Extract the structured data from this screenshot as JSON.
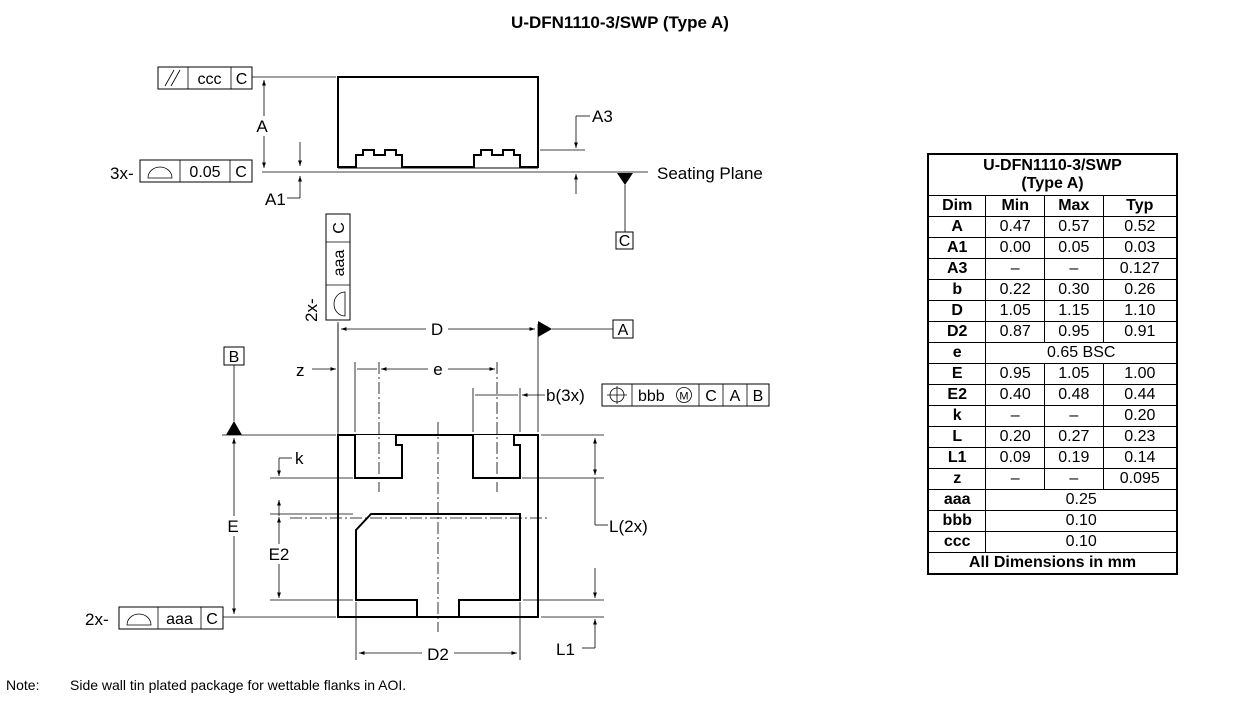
{
  "title": "U-DFN1110-3/SWP (Type A)",
  "labels": {
    "seating_plane": "Seating Plane",
    "A": "A",
    "A1": "A1",
    "A3": "A3",
    "D": "D",
    "e": "e",
    "z": "z",
    "b": "b(3x)",
    "k": "k",
    "E": "E",
    "E2": "E2",
    "L": "L(2x)",
    "L1": "L1",
    "D2": "D2"
  },
  "datums": {
    "A": "A",
    "B": "B",
    "C": "C"
  },
  "frames": {
    "top_ccc": {
      "tol": "ccc",
      "datum": "C"
    },
    "side_3x": {
      "prefix": "3x-",
      "tol": "0.05",
      "datum": "C"
    },
    "vert_aaa": {
      "prefix": "2x-",
      "tol": "aaa",
      "datum": "C"
    },
    "bbb": {
      "tol": "bbb",
      "mod": "M",
      "d1": "C",
      "d2": "A",
      "d3": "B"
    },
    "bottom_aaa": {
      "prefix": "2x-",
      "tol": "aaa",
      "datum": "C"
    }
  },
  "table": {
    "title_line1": "U-DFN1110-3/SWP",
    "title_line2": "(Type A)",
    "headers": [
      "Dim",
      "Min",
      "Max",
      "Typ"
    ],
    "rows": [
      [
        "A",
        "0.47",
        "0.57",
        "0.52"
      ],
      [
        "A1",
        "0.00",
        "0.05",
        "0.03"
      ],
      [
        "A3",
        "–",
        "–",
        "0.127"
      ],
      [
        "b",
        "0.22",
        "0.30",
        "0.26"
      ],
      [
        "D",
        "1.05",
        "1.15",
        "1.10"
      ],
      [
        "D2",
        "0.87",
        "0.95",
        "0.91"
      ],
      [
        "e",
        "0.65 BSC"
      ],
      [
        "E",
        "0.95",
        "1.05",
        "1.00"
      ],
      [
        "E2",
        "0.40",
        "0.48",
        "0.44"
      ],
      [
        "k",
        "–",
        "–",
        "0.20"
      ],
      [
        "L",
        "0.20",
        "0.27",
        "0.23"
      ],
      [
        "L1",
        "0.09",
        "0.19",
        "0.14"
      ],
      [
        "z",
        "–",
        "–",
        "0.095"
      ],
      [
        "aaa",
        "0.25"
      ],
      [
        "bbb",
        "0.10"
      ],
      [
        "ccc",
        "0.10"
      ]
    ],
    "footer": "All Dimensions in mm"
  },
  "note": {
    "label": "Note:",
    "text": "Side wall tin plated package for wettable flanks in AOI."
  }
}
